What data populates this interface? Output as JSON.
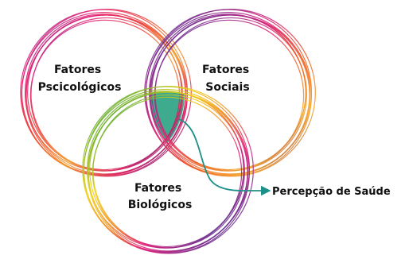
{
  "diagram": {
    "circles": [
      {
        "id": "psych",
        "lines": [
          "Fatores",
          "Pscicológicos"
        ],
        "gradient": [
          "#7a2c8c",
          "#e2227a",
          "#f0453a",
          "#f39a2b",
          "#d81b60",
          "#3c4fa8"
        ]
      },
      {
        "id": "social",
        "lines": [
          "Fatores",
          "Sociais"
        ],
        "gradient": [
          "#3a3f9c",
          "#8a2b8c",
          "#d8237a",
          "#f05a2a",
          "#f3a62a",
          "#8c2b7a"
        ]
      },
      {
        "id": "bio",
        "lines": [
          "Fatores",
          "Biológicos"
        ],
        "gradient": [
          "#1f8a4c",
          "#7ab52c",
          "#f2d21c",
          "#f08a22",
          "#e2227a",
          "#7a2c8c",
          "#2a8fc9"
        ]
      }
    ],
    "intersection_color": "#3eaa8e",
    "arrow_color": "#1f8f8a",
    "outcome_label": "Percepção de Saúde"
  }
}
